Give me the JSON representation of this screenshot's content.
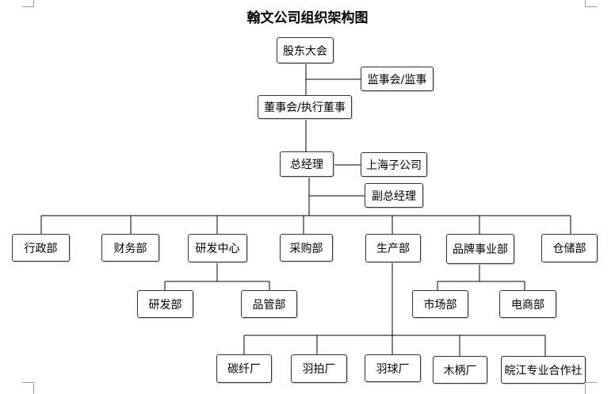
{
  "title": "翰文公司组织架构图",
  "nodes": {
    "shareholders": "股东大会",
    "supervisors": "监事会/监事",
    "board": "董事会/执行董事",
    "gm": "总经理",
    "shanghai": "上海子公司",
    "deputy": "副总经理",
    "admin": "行政部",
    "finance": "财务部",
    "rnd_center": "研发中心",
    "purchasing": "采购部",
    "production": "生产部",
    "brand": "品牌事业部",
    "warehouse": "仓储部",
    "rnd_dept": "研发部",
    "qc": "品管部",
    "market": "市场部",
    "ecommerce": "电商部",
    "carbon": "碳纤厂",
    "racket": "羽拍厂",
    "shuttle": "羽球厂",
    "handle": "木柄厂",
    "coop": "皖江专业合作社"
  }
}
